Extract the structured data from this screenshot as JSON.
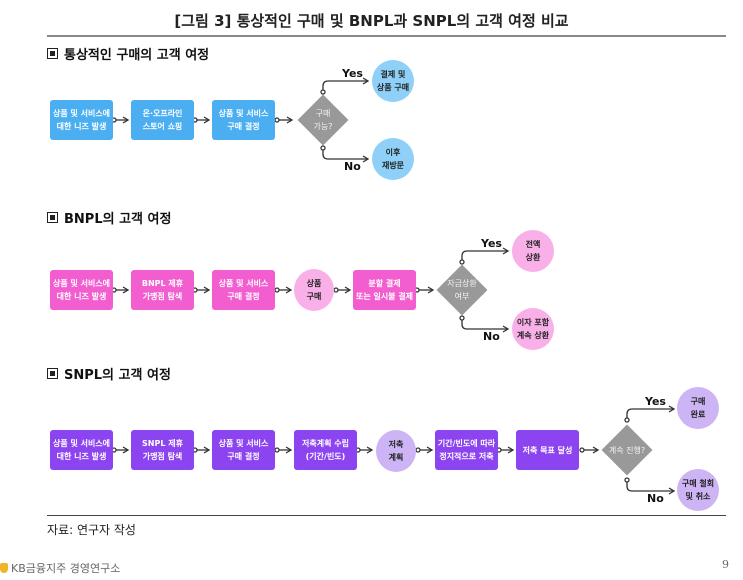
{
  "figure": {
    "title": "[그림 3] 통상적인 구매 및 BNPL과 SNPL의 고객 여정 비교"
  },
  "colors": {
    "blue": "#4aaef0",
    "blue_light": "#8ed0f8",
    "pink": "#f25ed0",
    "pink_light": "#f9b0e8",
    "purple": "#8b44f0",
    "purple_light": "#cdb4f5",
    "decision_gray": "#999999"
  },
  "sections": {
    "general": {
      "heading": "통상적인 구매의 고객 여정",
      "steps": [
        "상품 및 서비스에\n대한 니즈 발생",
        "온·오프라인\n스토어 쇼핑",
        "상품 및 서비스\n구매 결정"
      ],
      "decision": "구매\n가능?",
      "yes_label": "Yes",
      "no_label": "No",
      "yes_outcome": "결제 및\n상품 구매",
      "no_outcome": "이후\n재방문"
    },
    "bnpl": {
      "heading": "BNPL의 고객 여정",
      "steps": [
        "상품 및 서비스에\n대한 니즈 발생",
        "BNPL 제휴\n가맹점 탐색",
        "상품 및 서비스\n구매 결정"
      ],
      "event": "상품\n구매",
      "step_after": "분할 결제\n또는 일시불 결제",
      "decision": "자금상환\n여부",
      "yes_label": "Yes",
      "no_label": "No",
      "yes_outcome": "전액\n상환",
      "no_outcome": "이자 포함\n계속 상환"
    },
    "snpl": {
      "heading": "SNPL의 고객 여정",
      "steps": [
        "상품 및 서비스에\n대한 니즈 발생",
        "SNPL 제휴\n가맹점 탐색",
        "상품 및 서비스\n구매 결정",
        "저축계획 수립\n(기간/빈도)"
      ],
      "event": "저축\n계획",
      "steps_after": [
        "기간/빈도에 따라\n정지적으로 저축",
        "저축 목표 달성"
      ],
      "decision": "계속 진행?",
      "yes_label": "Yes",
      "no_label": "No",
      "yes_outcome": "구매\n완료",
      "no_outcome": "구매 철회\n및 취소"
    }
  },
  "source": "자료: 연구자 작성",
  "footer": {
    "logo_text": "KB금융지주 경영연구소",
    "page_number": "9"
  }
}
